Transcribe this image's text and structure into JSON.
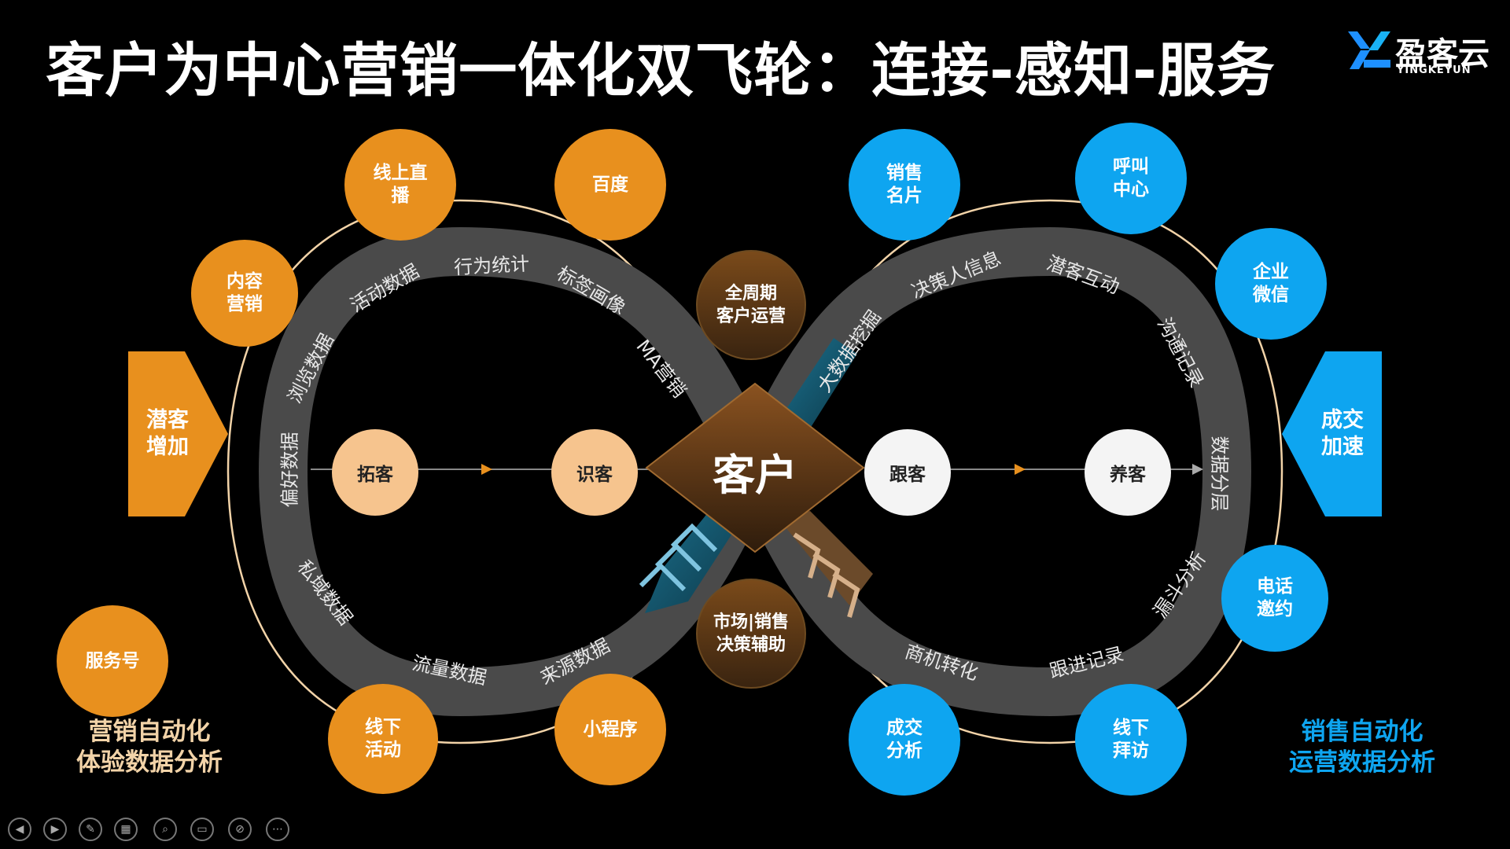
{
  "title": "客户为中心营销一体化双飞轮：连接-感知-服务",
  "logo": {
    "name": "盈客云",
    "subtitle": "YINGKEYUN"
  },
  "center": {
    "label": "客户"
  },
  "left_wheel": {
    "bubbles": [
      "内容\n营销",
      "线上直\n播",
      "百度",
      "线下\n活动",
      "小程序"
    ],
    "standalone_bubble": "服务号",
    "nodes": [
      "拓客",
      "识客"
    ],
    "ring_labels": [
      "偏好数据",
      "浏览数据",
      "活动数据",
      "行为统计",
      "标签画像",
      "MA营销",
      "私域数据",
      "流量数据",
      "来源数据"
    ],
    "side_arrow": "潜客\n增加",
    "footer": "营销自动化\n体验数据分析"
  },
  "right_wheel": {
    "bubbles": [
      "销售\n名片",
      "呼叫\n中心",
      "企业\n微信",
      "电话\n邀约",
      "成交\n分析",
      "线下\n拜访"
    ],
    "nodes": [
      "跟客",
      "养客"
    ],
    "ring_labels": [
      "大数据挖掘",
      "决策人信息",
      "潜客互动",
      "沟通记录",
      "数据分层",
      "漏斗分析",
      "商机转化",
      "跟进记录"
    ],
    "side_arrow": "成交\n加速",
    "footer": "销售自动化\n运营数据分析"
  },
  "middle_bubbles": [
    "全周期\n客户运营",
    "市场|销售\n决策辅助"
  ],
  "controls": [
    "prev-icon",
    "next-icon",
    "pen-icon",
    "slides-icon",
    "zoom-icon",
    "subtitle-icon",
    "camera-off-icon",
    "more-icon"
  ],
  "colors": {
    "orange": "#E8901E",
    "blue": "#0EA5F0",
    "peach": "#F6C48E",
    "band": "#4a4a4a",
    "outline": "#F2D3A8"
  }
}
